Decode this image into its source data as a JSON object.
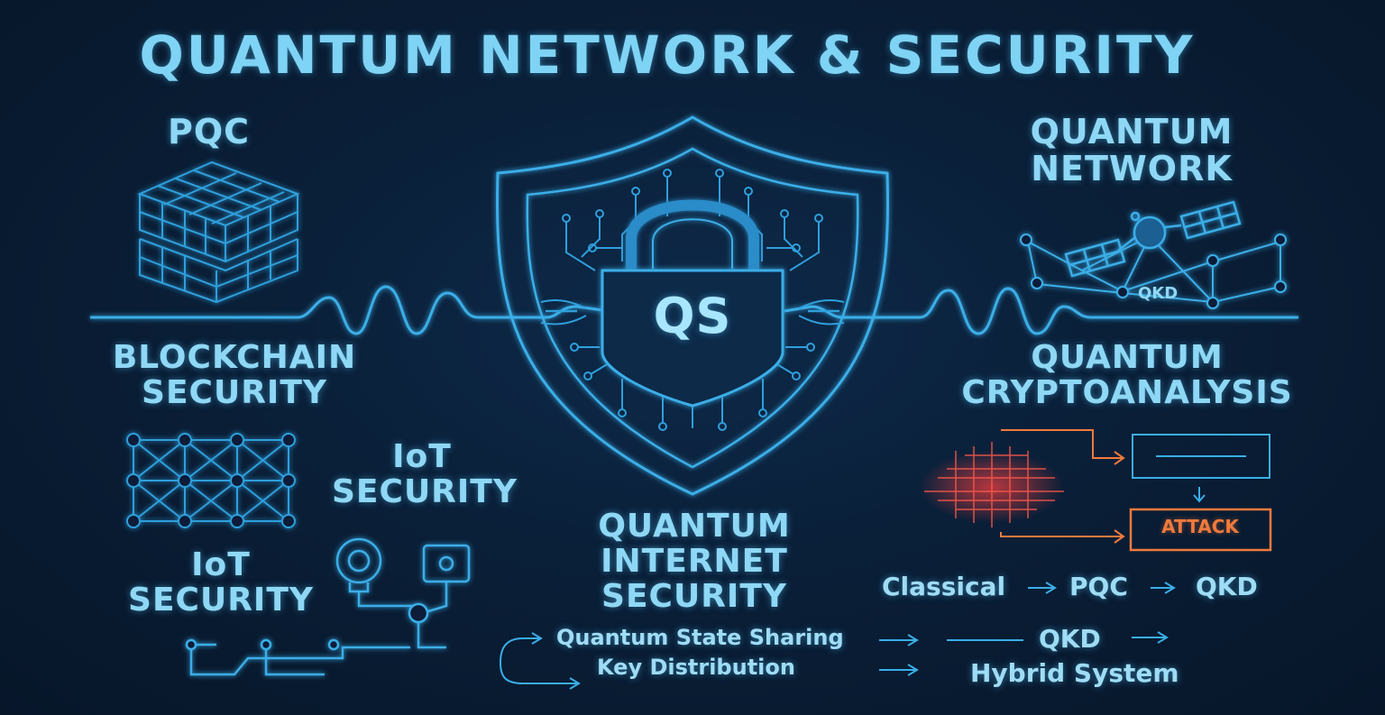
{
  "title": "QUANTUM NETWORK & SECURITY",
  "sections": {
    "pqc": "PQC",
    "quantum_network": [
      "QUANTUM",
      "NETWORK"
    ],
    "blockchain": [
      "BLOCKCHAIN",
      "SECURITY"
    ],
    "cryptoanalysis": [
      "QUANTUM",
      "CRYPTOANALYSIS"
    ],
    "iot_top": [
      "IoT",
      "SECURITY"
    ],
    "iot_bottom": [
      "IoT",
      "SECURITY"
    ],
    "internet_security": [
      "QUANTUM",
      "INTERNET",
      "SECURITY"
    ]
  },
  "center": {
    "lock_label": "QS"
  },
  "network": {
    "qkd_label": "QKD"
  },
  "cryptoanalysis_diagram": {
    "attack_label": "ATTACK"
  },
  "flow_top": {
    "step1": "Classical",
    "step2": "PQC",
    "step3": "QKD"
  },
  "sharing": {
    "line1": "Quantum State Sharing",
    "line2": "Key Distribution"
  },
  "systems": {
    "qkd": "QKD",
    "hybrid": "Hybrid System"
  },
  "colors": {
    "background": "#0a1f38",
    "accent": "#2f9fdc",
    "text": "#8fd8f5",
    "alert": "#f07a3c"
  },
  "icons": [
    "cube-lattice-icon",
    "shield-icon",
    "padlock-icon",
    "satellite-icon",
    "network-mesh-icon",
    "iot-device-icon",
    "signal-wave-icon"
  ]
}
